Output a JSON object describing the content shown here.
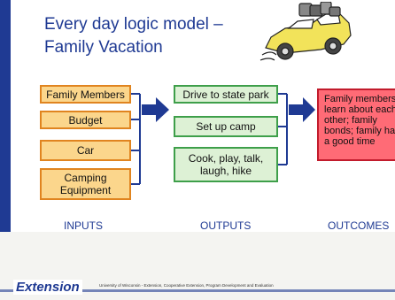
{
  "title": {
    "line1": "Every day logic model –",
    "line2": "Family Vacation"
  },
  "illustration": "vacation-car-icon",
  "inputs": [
    {
      "label": "Family Members"
    },
    {
      "label": "Budget"
    },
    {
      "label": "Car"
    },
    {
      "label": "Camping Equipment"
    }
  ],
  "outputs": [
    {
      "label": "Drive to state park"
    },
    {
      "label": "Set up camp"
    },
    {
      "label": "Cook, play, talk, laugh, hike"
    }
  ],
  "outcome": {
    "label": "Family members learn about each other; family bonds; family has a good time"
  },
  "column_labels": {
    "inputs": "INPUTS",
    "outputs": "OUTPUTS",
    "outcomes": "OUTCOMES"
  },
  "footer": {
    "logo": "Extension",
    "text": "University of Wisconsin - Extension, Cooperative Extension, Program Development and Evaluation"
  },
  "colors": {
    "accent": "#1f3a93",
    "input_fill": "#fbd68c",
    "input_border": "#e0841f",
    "output_fill": "#ddf1d5",
    "output_border": "#3e9f4a",
    "outcome_fill": "#ff6b76",
    "outcome_border": "#c21b2c"
  }
}
